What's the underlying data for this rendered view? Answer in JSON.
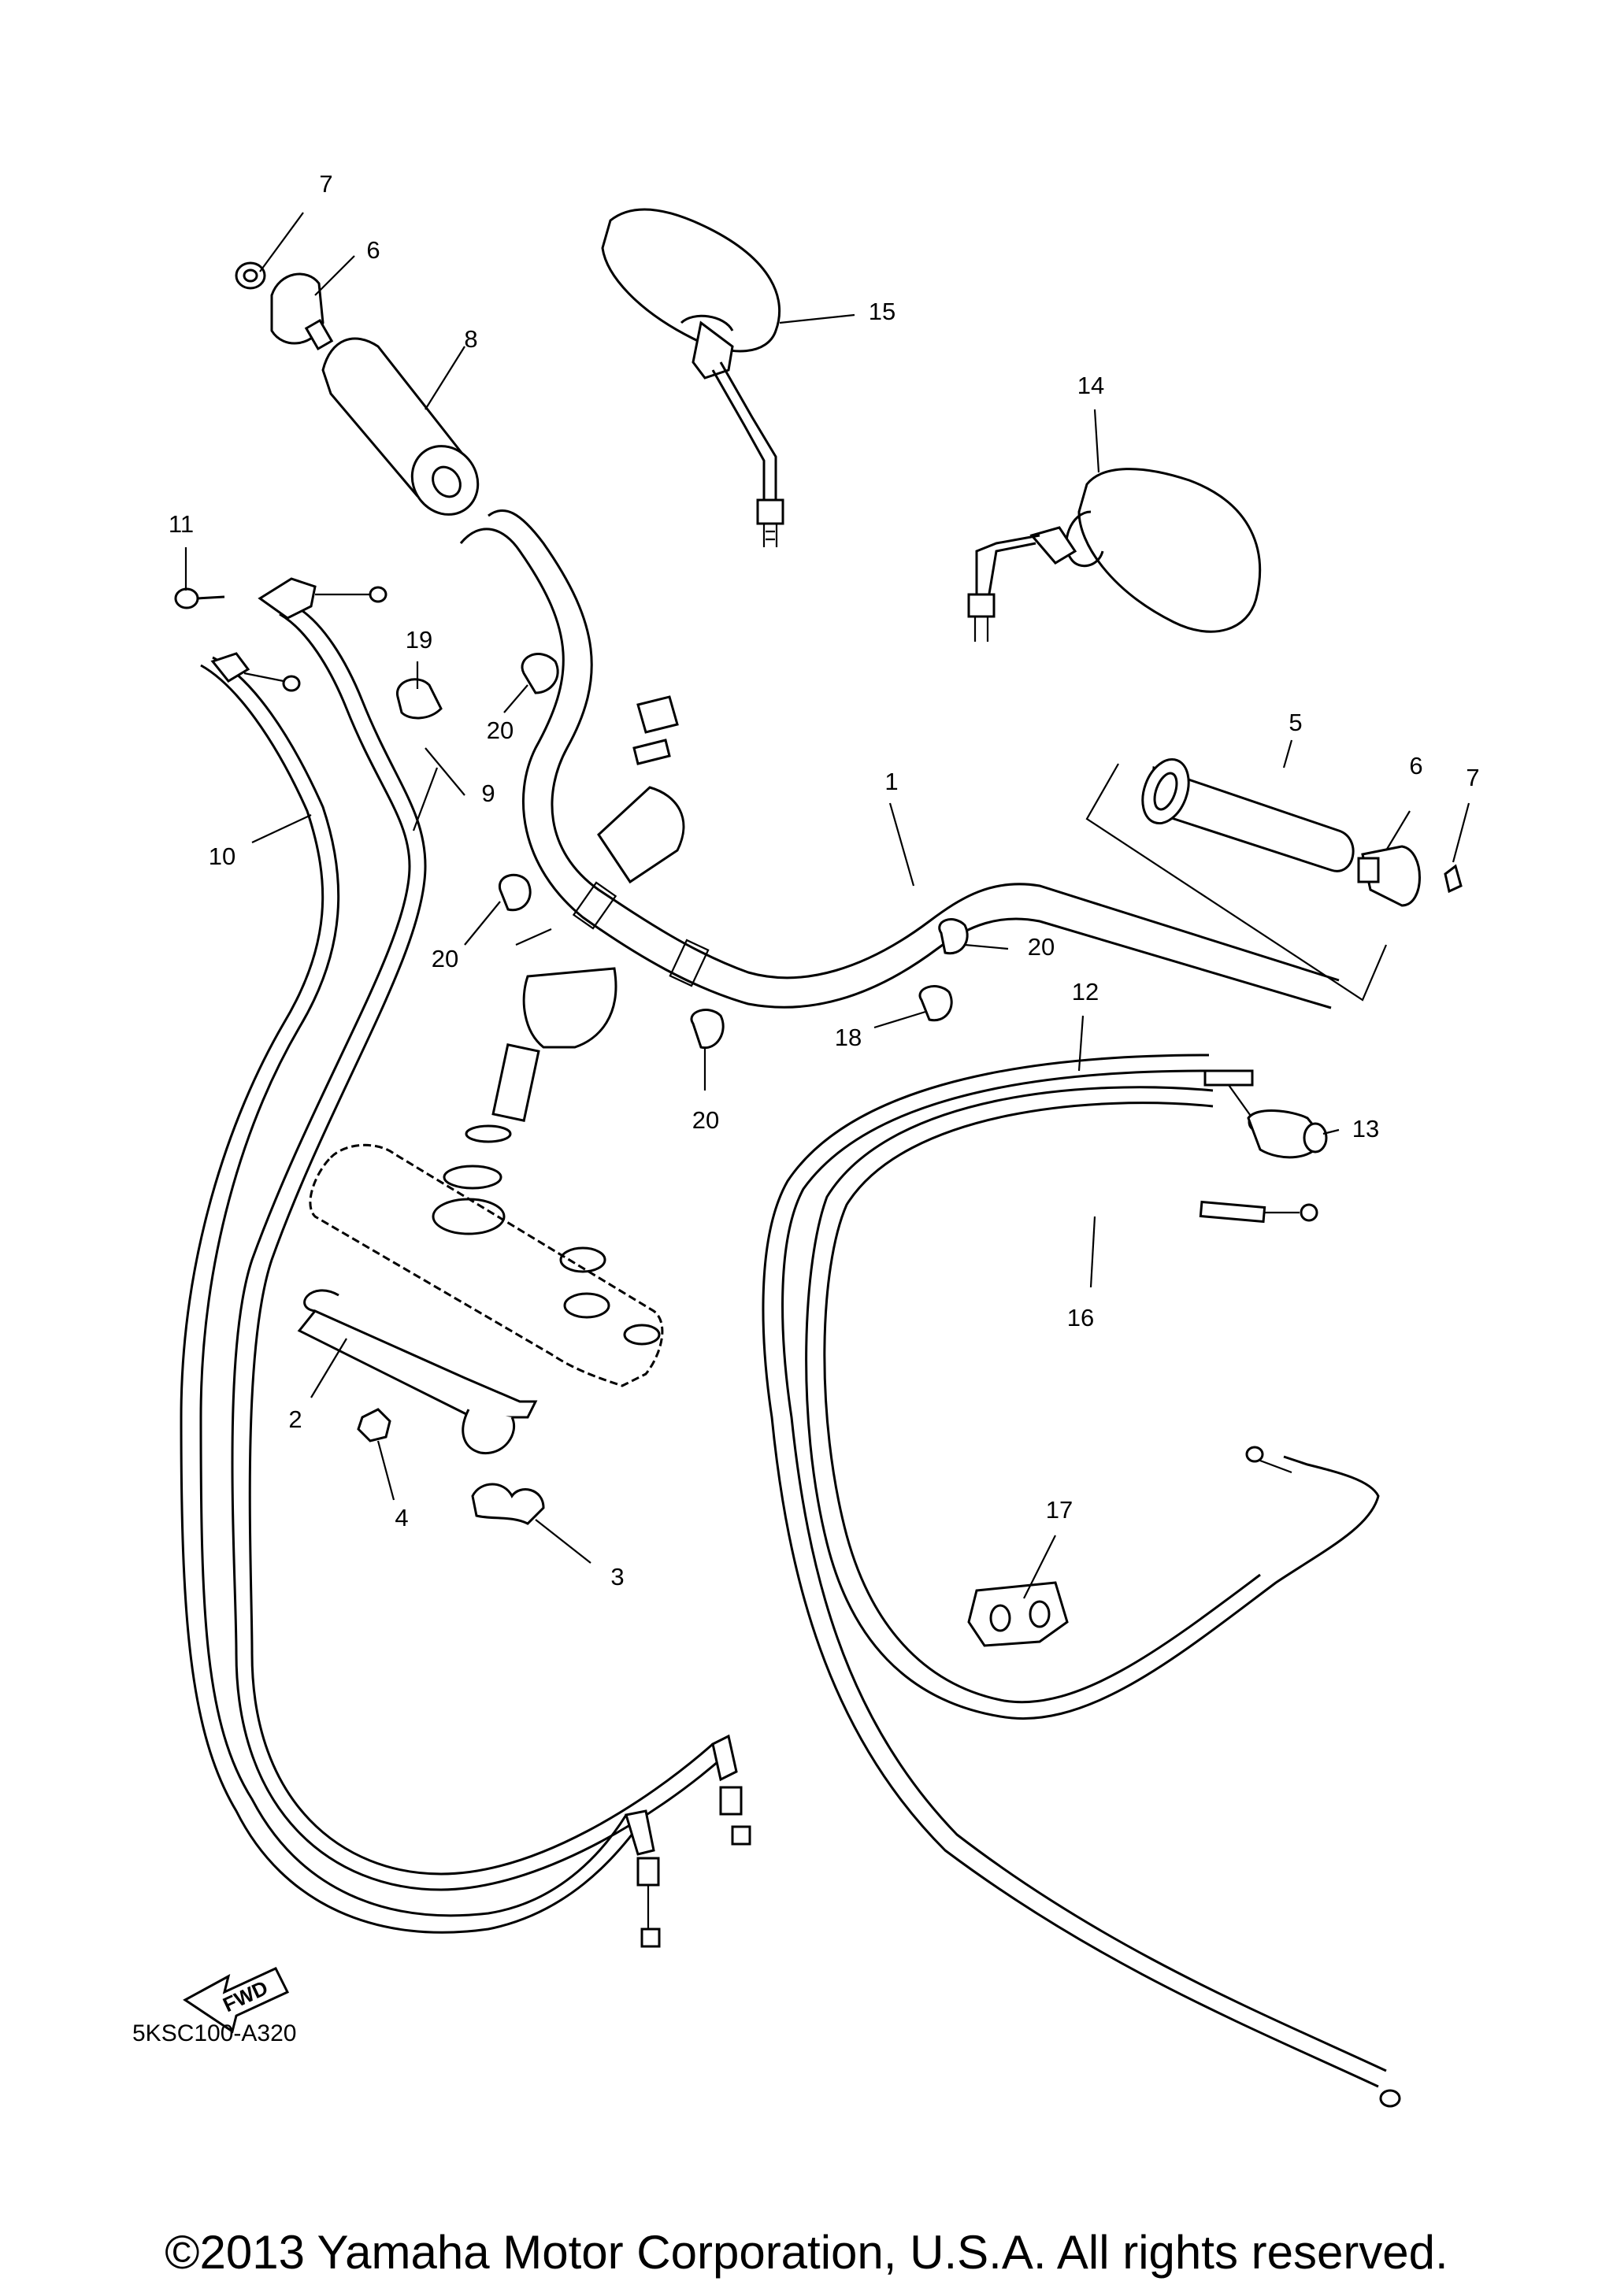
{
  "parts": [
    {
      "id": "label-1",
      "text": "1"
    },
    {
      "id": "label-2",
      "text": "2"
    },
    {
      "id": "label-3",
      "text": "3"
    },
    {
      "id": "label-4",
      "text": "4"
    },
    {
      "id": "label-5",
      "text": "5"
    },
    {
      "id": "label-6a",
      "text": "6"
    },
    {
      "id": "label-6b",
      "text": "6"
    },
    {
      "id": "label-7a",
      "text": "7"
    },
    {
      "id": "label-7b",
      "text": "7"
    },
    {
      "id": "label-8",
      "text": "8"
    },
    {
      "id": "label-9",
      "text": "9"
    },
    {
      "id": "label-10",
      "text": "10"
    },
    {
      "id": "label-11",
      "text": "11"
    },
    {
      "id": "label-12",
      "text": "12"
    },
    {
      "id": "label-13",
      "text": "13"
    },
    {
      "id": "label-14",
      "text": "14"
    },
    {
      "id": "label-15",
      "text": "15"
    },
    {
      "id": "label-16",
      "text": "16"
    },
    {
      "id": "label-17",
      "text": "17"
    },
    {
      "id": "label-18",
      "text": "18"
    },
    {
      "id": "label-19",
      "text": "19"
    },
    {
      "id": "label-20a",
      "text": "20"
    },
    {
      "id": "label-20b",
      "text": "20"
    },
    {
      "id": "label-20c",
      "text": "20"
    },
    {
      "id": "label-20d",
      "text": "20"
    }
  ],
  "labels": {
    "1": "1",
    "2": "2",
    "3": "3",
    "4": "4",
    "5": "5",
    "6": "6",
    "7": "7",
    "8": "8",
    "9": "9",
    "10": "10",
    "11": "11",
    "12": "12",
    "13": "13",
    "14": "14",
    "15": "15",
    "16": "16",
    "17": "17",
    "18": "18",
    "19": "19",
    "20": "20"
  },
  "fwd_arrow_text": "FWD",
  "diagram_code": "5KSC100-A320",
  "copyright": "©2013 Yamaha Motor Corporation, U.S.A. All rights reserved."
}
